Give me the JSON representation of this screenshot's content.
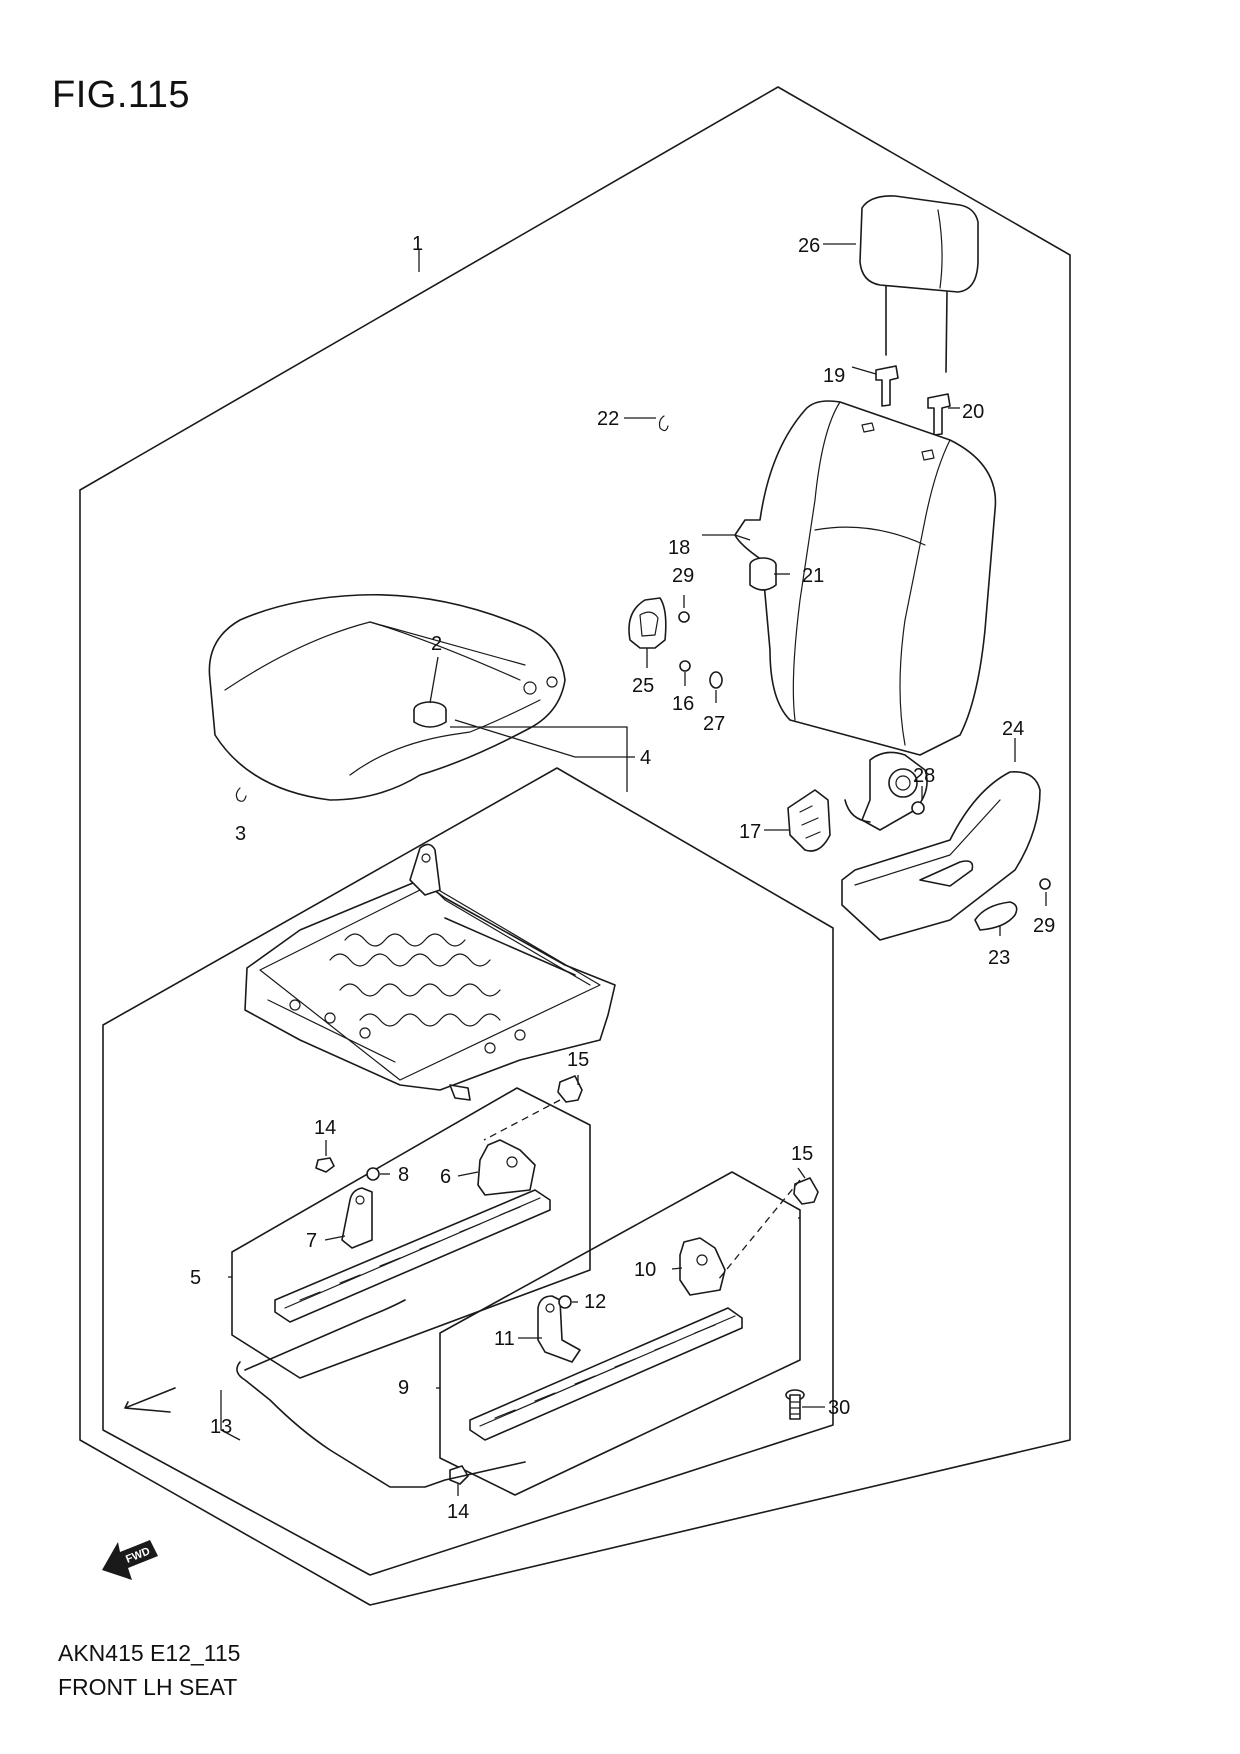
{
  "figure": {
    "title": "FIG.115",
    "code": "AKN415 E12_115",
    "name": "FRONT LH SEAT"
  },
  "callouts": {
    "c1": "1",
    "c2": "2",
    "c3": "3",
    "c4": "4",
    "c5": "5",
    "c6": "6",
    "c7": "7",
    "c8": "8",
    "c9": "9",
    "c10": "10",
    "c11": "11",
    "c12": "12",
    "c13": "13",
    "c14a": "14",
    "c14b": "14",
    "c15a": "15",
    "c15b": "15",
    "c16": "16",
    "c17": "17",
    "c18": "18",
    "c19": "19",
    "c20": "20",
    "c21": "21",
    "c22": "22",
    "c23": "23",
    "c24": "24",
    "c25": "25",
    "c26": "26",
    "c27": "27",
    "c28": "28",
    "c29a": "29",
    "c29b": "29",
    "c30": "30"
  },
  "arrow": {
    "label": "FWD",
    "icon": "fwd-arrow-icon"
  }
}
